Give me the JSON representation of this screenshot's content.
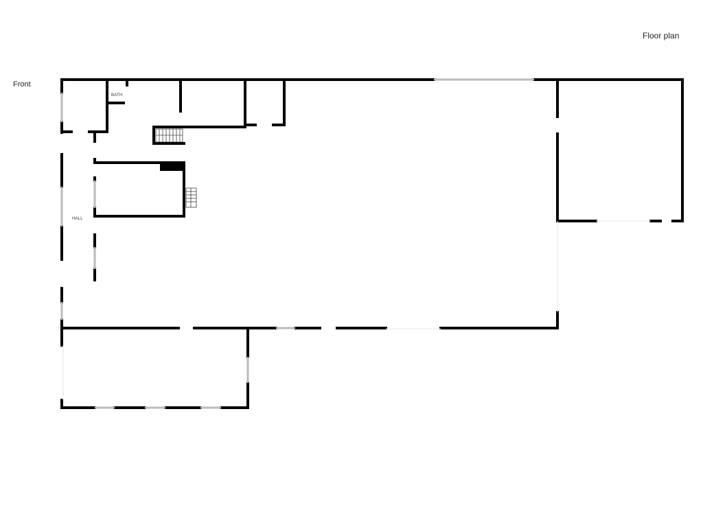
{
  "header": {
    "title": "Floor plan"
  },
  "orientation": {
    "front_label": "Front"
  },
  "rooms": [
    {
      "id": "bath",
      "label": "BATH"
    },
    {
      "id": "hall",
      "label": "HALL"
    }
  ],
  "colors": {
    "wall": "#000000",
    "window": "#cccccc",
    "background": "#ffffff"
  }
}
